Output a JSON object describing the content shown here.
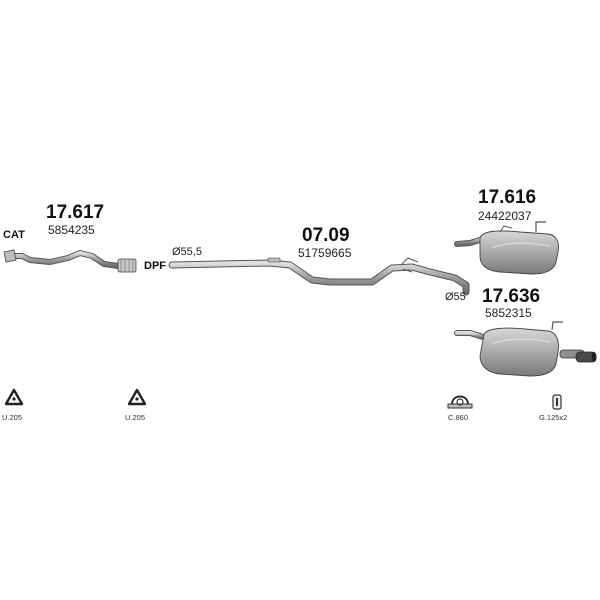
{
  "parts": [
    {
      "code": "17.617",
      "number": "5854235"
    },
    {
      "code": "07.09",
      "number": "51759665"
    },
    {
      "code": "17.616",
      "number": "24422037"
    },
    {
      "code": "17.636",
      "number": "5852315"
    }
  ],
  "labels": {
    "cat": "CAT",
    "dpf": "DPF",
    "dia_pipe": "Ø55,5",
    "dia_end": "Ø55"
  },
  "hardware": [
    {
      "name": "U.205",
      "icon": "triangle-gasket-icon"
    },
    {
      "name": "U.205",
      "icon": "triangle-gasket-icon"
    },
    {
      "name": "C.860",
      "icon": "clamp-icon"
    },
    {
      "name": "G.125x2",
      "icon": "rubber-hanger-icon"
    }
  ],
  "colors": {
    "pipe": "#9a9a9a",
    "pipe_light": "#d2d2d2",
    "muffler": "#a8a8a8",
    "outline": "#333333"
  }
}
